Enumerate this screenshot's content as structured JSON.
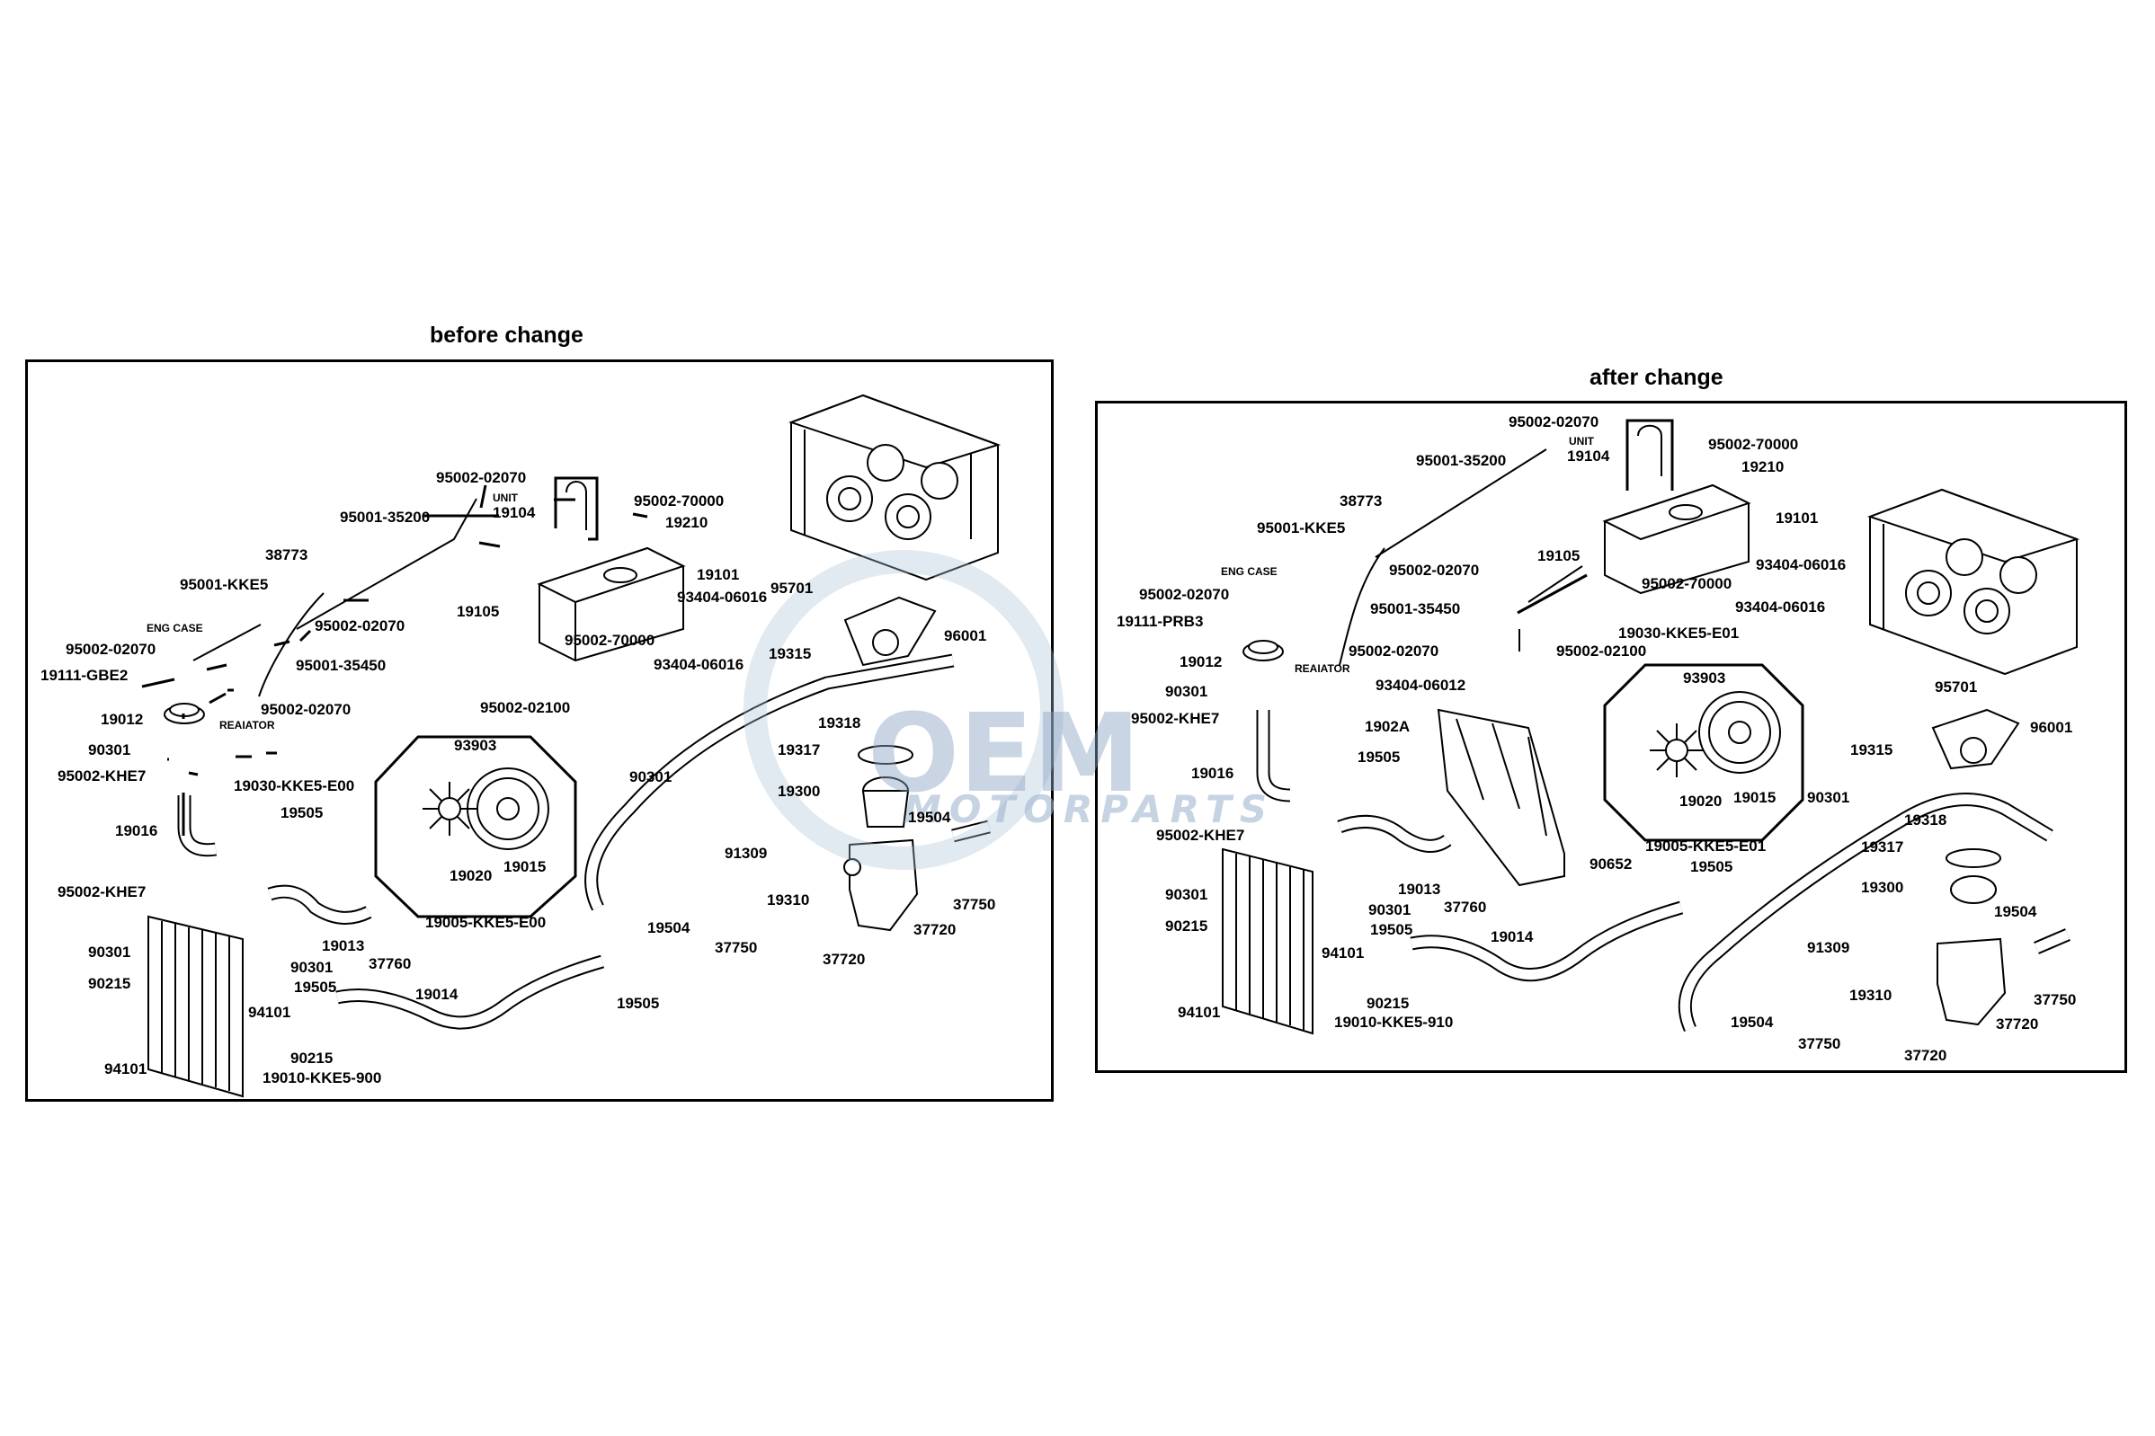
{
  "panels": {
    "before": {
      "title": "before change",
      "labels": {
        "l95002_02070_top": "95002-02070",
        "unit": "UNIT",
        "l19104": "19104",
        "l95002_70000_top": "95002-70000",
        "l19210": "19210",
        "l95001_35200": "95001-35200",
        "l38773": "38773",
        "l95001_KKE5": "95001-KKE5",
        "l95002_02070_mid": "95002-02070",
        "eng_case": "ENG CASE",
        "l95002_02070_left": "95002-02070",
        "l19111_GBE2": "19111-GBE2",
        "l95001_35450": "95001-35450",
        "l19012": "19012",
        "reaiator": "REAIATOR",
        "l95002_02070_low": "95002-02070",
        "l90301_a": "90301",
        "l95002_KHE7_a": "95002-KHE7",
        "l19016": "19016",
        "l95002_KHE7_b": "95002-KHE7",
        "l90301_b": "90301",
        "l90215_a": "90215",
        "l94101_a": "94101",
        "l19101": "19101",
        "l93404_06016_a": "93404-06016",
        "l19105": "19105",
        "l95002_70000_mid": "95002-70000",
        "l93404_06016_b": "93404-06016",
        "l95002_02100": "95002-02100",
        "l93903": "93903",
        "l19030_KKE5_E00": "19030-KKE5-E00",
        "l90301_c": "90301",
        "l19505_a": "19505",
        "l19020": "19020",
        "l19015": "19015",
        "l19005_KKE5_E00": "19005-KKE5-E00",
        "l19013": "19013",
        "l37760": "37760",
        "l90301_d": "90301",
        "l19505_b": "19505",
        "l94101_b": "94101",
        "l90215_b": "90215",
        "l19010_KKE5_900": "19010-KKE5-900",
        "l19014": "19014",
        "l19504_a": "19504",
        "l19505_c": "19505",
        "l95701": "95701",
        "l96001": "96001",
        "l19315": "19315",
        "l19318": "19318",
        "l19317": "19317",
        "l19300": "19300",
        "l19504_b": "19504",
        "l91309": "91309",
        "l19310": "19310",
        "l37750_a": "37750",
        "l37720": "37720",
        "l37750_b": "37750"
      }
    },
    "after": {
      "title": "after change",
      "labels": {
        "l95002_02070_top": "95002-02070",
        "unit": "UNIT",
        "l19104": "19104",
        "l95002_70000_top": "95002-70000",
        "l19210": "19210",
        "l95001_35200": "95001-35200",
        "l38773": "38773",
        "l95001_KKE5": "95001-KKE5",
        "eng_case": "ENG CASE",
        "l95002_02070_mid": "95002-02070",
        "l95002_02070_left": "95002-02070",
        "l95001_35450": "95001-35450",
        "l19111_PRB3": "19111-PRB3",
        "l19012": "19012",
        "l95002_02070_low": "95002-02070",
        "reaiator": "REAIATOR",
        "l90301_a": "90301",
        "l95002_KHE7_a": "95002-KHE7",
        "l19016": "19016",
        "l19505_a": "19505",
        "l95002_KHE7_b": "95002-KHE7",
        "l93404_06012": "93404-06012",
        "l1902A": "1902A",
        "l19101": "19101",
        "l19105": "19105",
        "l93404_06016_a": "93404-06016",
        "l95002_70000_mid": "95002-70000",
        "l93404_06016_b": "93404-06016",
        "l95002_02100": "95002-02100",
        "l19030_KKE5_E01": "19030-KKE5-E01",
        "l93903": "93903",
        "l19020": "19020",
        "l19015": "19015",
        "l90301_b": "90301",
        "l90652": "90652",
        "l19005_KKE5_E01": "19005-KKE5-E01",
        "l19505_b": "19505",
        "l19013": "19013",
        "l37760": "37760",
        "l90301_c": "90301",
        "l90301_d": "90301",
        "l90215_a": "90215",
        "l19505_c": "19505",
        "l94101_a": "94101",
        "l90215_b": "90215",
        "l94101_b": "94101",
        "l19010_KKE5_910": "19010-KKE5-910",
        "l19014": "19014",
        "l19504_a": "19504",
        "l95701": "95701",
        "l96001": "96001",
        "l19315": "19315",
        "l19318": "19318",
        "l19317": "19317",
        "l19300": "19300",
        "l19504_b": "19504",
        "l91309": "91309",
        "l19310": "19310",
        "l37750_a": "37750",
        "l37750_b": "37750",
        "l37720": "37720"
      }
    }
  },
  "watermark": {
    "logo": "OEM",
    "text": "MOTORPARTS"
  }
}
